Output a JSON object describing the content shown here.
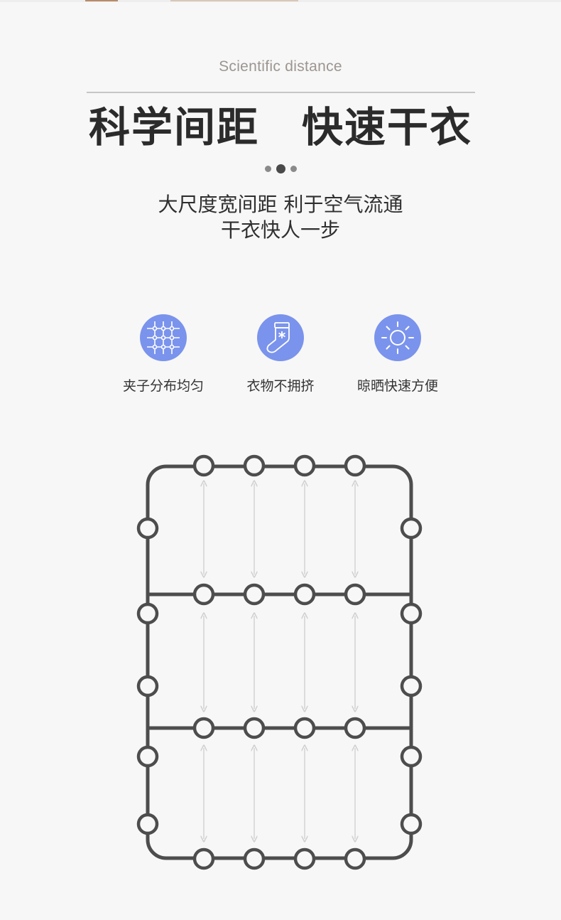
{
  "header": {
    "subtitle": "Scientific distance",
    "title": "科学间距　快速干衣"
  },
  "carousel": {
    "dot_count": 3,
    "active_index": 1
  },
  "description": {
    "line1": "大尺度宽间距 利于空气流通",
    "line2": "干衣快人一步"
  },
  "features": [
    {
      "label": "夹子分布均匀",
      "icon": "grid-clips-icon"
    },
    {
      "label": "衣物不拥挤",
      "icon": "sock-icon"
    },
    {
      "label": "晾晒快速方便",
      "icon": "sun-icon"
    }
  ],
  "colors": {
    "background": "#f7f7f7",
    "icon_circle": "#7a93ec",
    "rack_frame": "#4d4d4d",
    "arrow": "#cccccc",
    "subtitle": "#9c9590"
  },
  "diagram": {
    "name": "drying-rack-diagram",
    "sections": 3,
    "clip_columns": 4
  }
}
